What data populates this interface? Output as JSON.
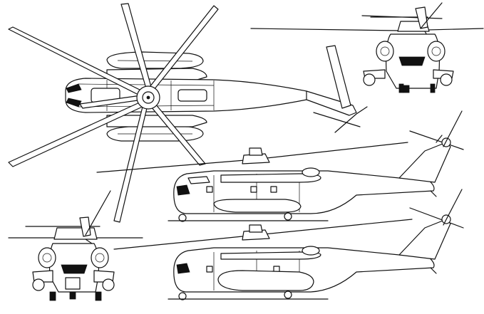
{
  "drawing": {
    "subject": "heavy-lift-helicopter",
    "views": [
      {
        "name": "plan-view"
      },
      {
        "name": "front-view-upper"
      },
      {
        "name": "front-view-lower"
      },
      {
        "name": "side-view-upper"
      },
      {
        "name": "side-view-lower"
      }
    ],
    "colors": {
      "line": "#111111",
      "background": "#ffffff"
    }
  }
}
